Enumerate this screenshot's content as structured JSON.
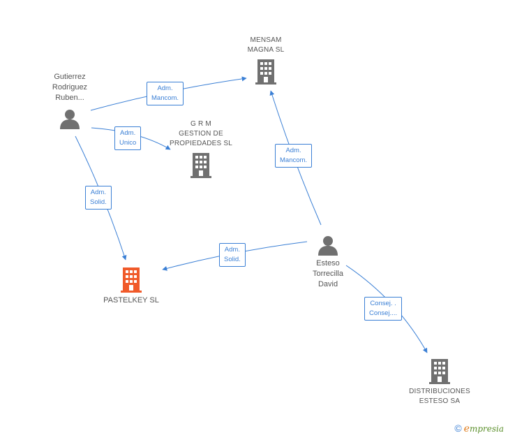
{
  "nodes": {
    "gutierrez": {
      "label": "Gutierrez\nRodriguez\nRuben..."
    },
    "mensam": {
      "label": "MENSAM\nMAGNA SL"
    },
    "grm": {
      "label": "G R M\nGESTION DE\nPROPIEDADES SL"
    },
    "pastelkey": {
      "label": "PASTELKEY SL"
    },
    "esteso": {
      "label": "Esteso\nTorrecilla\nDavid"
    },
    "distribuciones": {
      "label": "DISTRIBUCIONES\nESTESO SA"
    }
  },
  "edges": {
    "gut_mensam": {
      "label": "Adm.\nMancom."
    },
    "gut_grm": {
      "label": "Adm.\nUnico"
    },
    "gut_pastel": {
      "label": "Adm.\nSolid."
    },
    "est_mensam": {
      "label": "Adm.\nMancom."
    },
    "est_pastel": {
      "label": "Adm.\nSolid."
    },
    "est_distrib": {
      "label": "Consej. .\nConsej...."
    }
  },
  "colors": {
    "edge": "#3a7fd5",
    "company": "#707070",
    "company_highlight": "#f05a2a",
    "person": "#707070"
  },
  "brand": {
    "copyright": "©",
    "e": "e",
    "rest": "mpresia"
  }
}
